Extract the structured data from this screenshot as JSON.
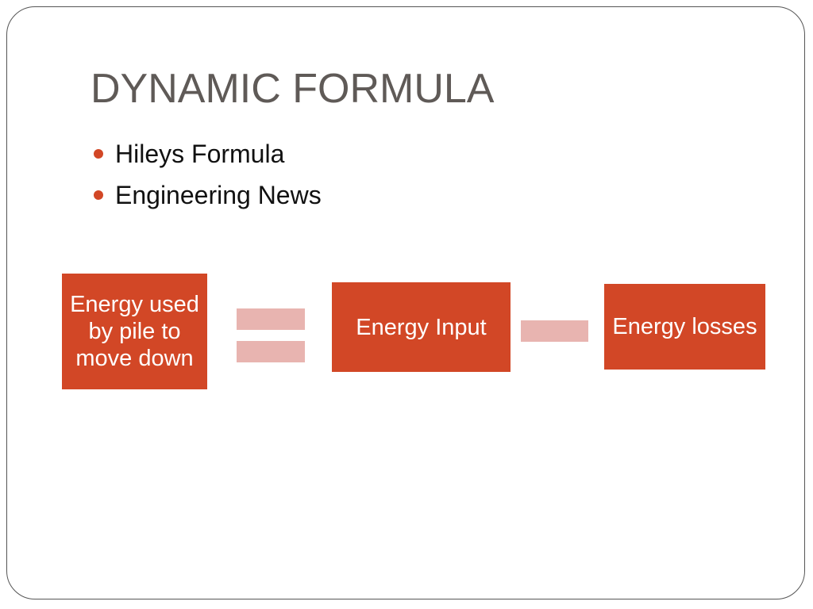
{
  "slide": {
    "title": "DYNAMIC FORMULA",
    "bullets": [
      {
        "text": "Hileys Formula"
      },
      {
        "text": "Engineering News"
      }
    ]
  },
  "diagram": {
    "colors": {
      "box_fill": "#d24726",
      "box_text": "#ffffff",
      "operator_fill": "#e8b4b0",
      "bullet": "#d24726"
    },
    "boxes": [
      {
        "label": "Energy used by pile to move down"
      },
      {
        "label": "Energy Input"
      },
      {
        "label": "Energy losses"
      }
    ],
    "operators": [
      "equals-icon",
      "minus-icon"
    ]
  }
}
